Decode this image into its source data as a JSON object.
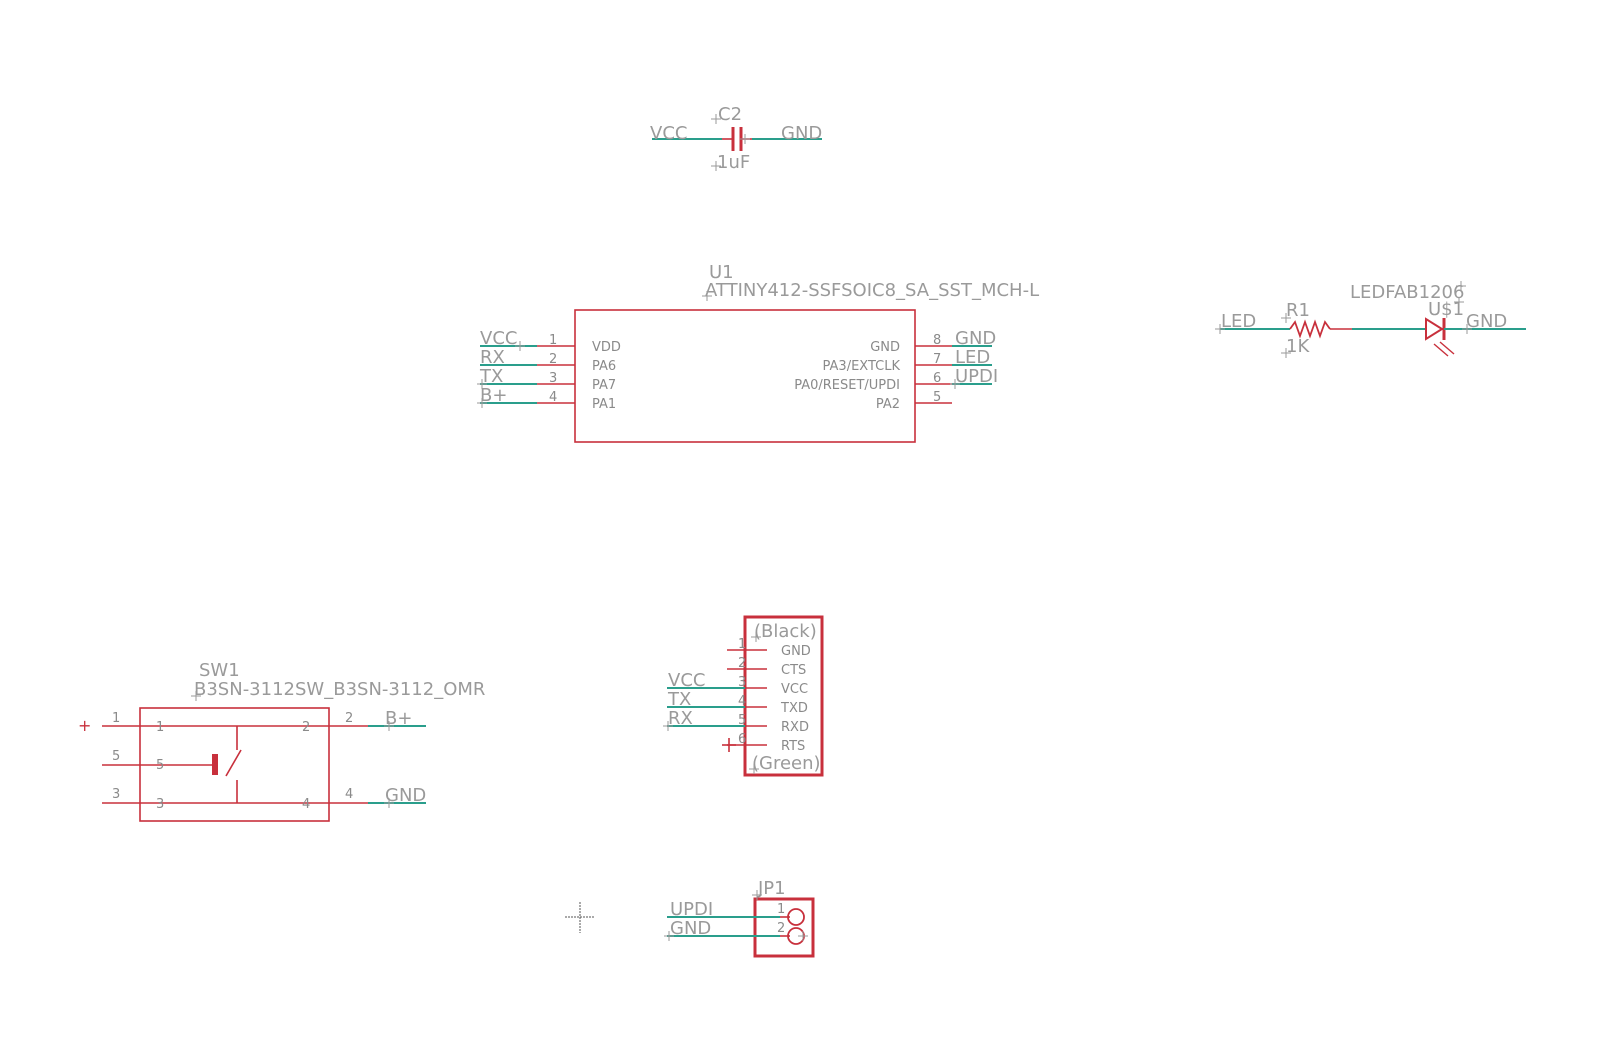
{
  "colors": {
    "symbol": "#c8303c",
    "net": "#2a9e8c",
    "text": "#9a9a9a",
    "background": "#ffffff"
  },
  "c2": {
    "name": "C2",
    "value": "1uF",
    "net_left": "VCC",
    "net_right": "GND"
  },
  "u1": {
    "name": "U1",
    "value": "ATTINY412-SSFSOIC8_SA_SST_MCH-L",
    "left_pins": [
      {
        "num": "1",
        "label": "VDD",
        "net": "VCC"
      },
      {
        "num": "2",
        "label": "PA6",
        "net": "RX"
      },
      {
        "num": "3",
        "label": "PA7",
        "net": "TX"
      },
      {
        "num": "4",
        "label": "PA1",
        "net": "B+"
      }
    ],
    "right_pins": [
      {
        "num": "8",
        "label": "GND",
        "net": "GND"
      },
      {
        "num": "7",
        "label": "PA3/EXTCLK",
        "net": "LED"
      },
      {
        "num": "6",
        "label": "PA0/RESET/UPDI",
        "net": "UPDI"
      },
      {
        "num": "5",
        "label": "PA2",
        "net": ""
      }
    ]
  },
  "led_circuit": {
    "led_part": "LEDFAB1206",
    "led_name": "U$1",
    "r_name": "R1",
    "r_value": "1K",
    "net_left": "LED",
    "net_right": "GND"
  },
  "ftdi": {
    "top_label": "(Black)",
    "bottom_label": "(Green)",
    "pins": [
      {
        "num": "1",
        "label": "GND",
        "net": ""
      },
      {
        "num": "2",
        "label": "CTS",
        "net": ""
      },
      {
        "num": "3",
        "label": "VCC",
        "net": "VCC"
      },
      {
        "num": "4",
        "label": "TXD",
        "net": "TX"
      },
      {
        "num": "5",
        "label": "RXD",
        "net": "RX"
      },
      {
        "num": "6",
        "label": "RTS",
        "net": ""
      }
    ]
  },
  "sw1": {
    "name": "SW1",
    "value": "B3SN-3112SW_B3SN-3112_OMR",
    "outer_pins": [
      "1",
      "5",
      "3",
      "2",
      "4"
    ],
    "inner_pins": [
      "1",
      "5",
      "3",
      "2",
      "4"
    ],
    "net_b": "B+",
    "net_gnd": "GND"
  },
  "jp1": {
    "name": "JP1",
    "pins": [
      "1",
      "2"
    ],
    "nets": [
      "UPDI",
      "GND"
    ]
  }
}
